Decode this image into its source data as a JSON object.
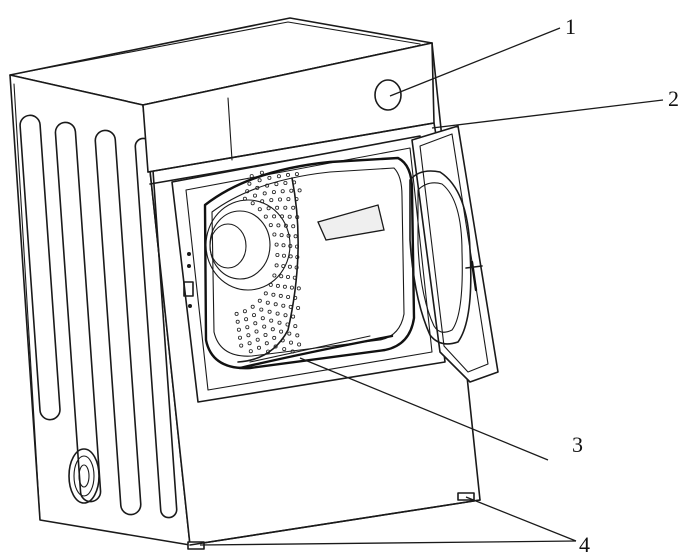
{
  "figure": {
    "callouts": [
      {
        "id": "1",
        "text": "1"
      },
      {
        "id": "2",
        "text": "2"
      },
      {
        "id": "3",
        "text": "3"
      },
      {
        "id": "4",
        "text": "4"
      }
    ]
  }
}
